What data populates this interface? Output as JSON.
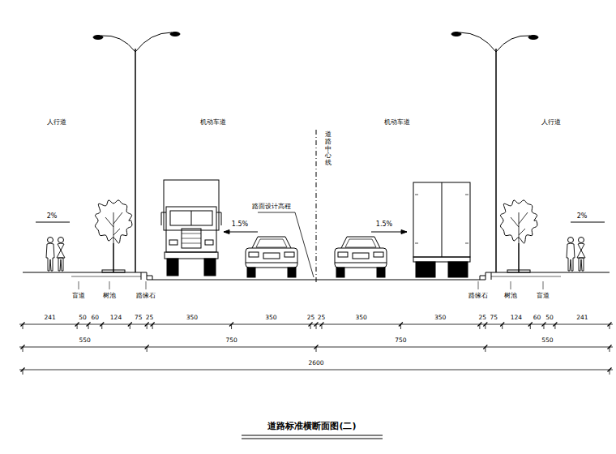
{
  "diagram": {
    "title": "道路标准横断面图(二)",
    "labels": [
      "人行道",
      "机动车道",
      "道路中心线",
      "机动车道",
      "人行道",
      "路面设计高程",
      "2%",
      "1.5%",
      "1.5%",
      "2%",
      "盲道",
      "树池",
      "路缘石",
      "路缘石",
      "树池",
      "盲道",
      "241",
      "50",
      "60",
      "124",
      "75",
      "25",
      "350",
      "350",
      "25",
      "25",
      "350",
      "350",
      "25",
      "75",
      "124",
      "60",
      "50",
      "241",
      "550",
      "750",
      "750",
      "550",
      "2600"
    ]
  }
}
